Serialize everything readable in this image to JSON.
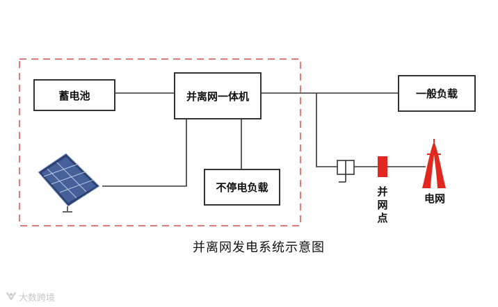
{
  "diagram": {
    "caption": "并离网发电系统示意图",
    "nodes": {
      "battery": "蓄电池",
      "inverter": "并离网一体机",
      "general_load": "一般负载",
      "ups_load": "不停电负载",
      "grid_point": [
        "并",
        "网",
        "点"
      ],
      "grid": "电网"
    },
    "watermark": "大数跨境",
    "colors": {
      "dashed_border": "#e07b7b",
      "switch_red": "#e0281e",
      "tower_red": "#e0281e",
      "line": "#333333",
      "panel": "#3b4f86"
    },
    "icons": [
      "solar-panel-icon",
      "meter-icon",
      "grid-tower-icon"
    ]
  }
}
